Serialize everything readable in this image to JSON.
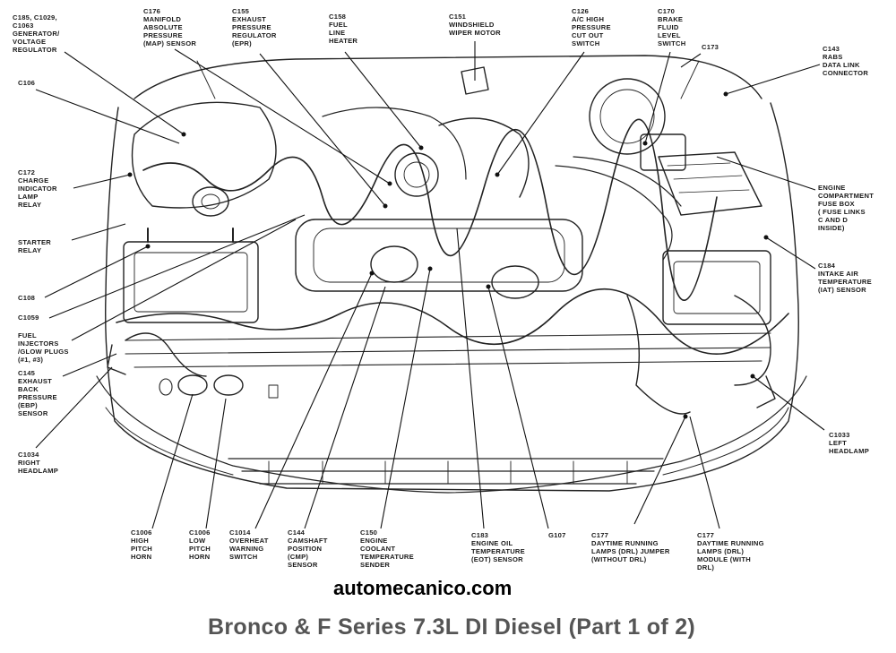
{
  "labels": {
    "c185": "C185, C1029,\nC1063\nGENERATOR/\nVOLTAGE\nREGULATOR",
    "c176": "C176\nMANIFOLD\nABSOLUTE\nPRESSURE\n(MAP) SENSOR",
    "c155": "C155\nEXHAUST\nPRESSURE\nREGULATOR\n(EPR)",
    "c158": "C158\nFUEL\nLINE\nHEATER",
    "c151": "C151\nWINDSHIELD\nWIPER MOTOR",
    "c126": "C126\nA/C HIGH\nPRESSURE\nCUT OUT\nSWITCH",
    "c170": "C170\nBRAKE\nFLUID\nLEVEL\nSWITCH",
    "c173": "C173",
    "c143": "C143\nRABS\nDATA LINK\nCONNECTOR",
    "c106": "C106",
    "c172": "C172\nCHARGE\nINDICATOR\nLAMP\nRELAY",
    "starter": "STARTER\nRELAY",
    "c108": "C108",
    "c1059": "C1059",
    "fuel_inj": "FUEL\nINJECTORS\n/GLOW PLUGS\n(#1, #3)",
    "c145": "C145\nEXHAUST\nBACK\nPRESSURE\n(EBP)\nSENSOR",
    "c1034": "C1034\nRIGHT\nHEADLAMP",
    "engine_fuse": "ENGINE\nCOMPARTMENT\nFUSE BOX\n( FUSE LINKS\nC AND D\nINSIDE)",
    "c184": "C184\nINTAKE AIR\nTEMPERATURE\n(IAT) SENSOR",
    "c1033": "C1033\nLEFT\nHEADLAMP",
    "c1006a": "C1006\nHIGH\nPITCH\nHORN",
    "c1006b": "C1006\nLOW\nPITCH\nHORN",
    "c1014": "C1014\nOVERHEAT\nWARNING\nSWITCH",
    "c144": "C144\nCAMSHAFT\nPOSITION\n(CMP)\nSENSOR",
    "c150": "C150\nENGINE\nCOOLANT\nTEMPERATURE\nSENDER",
    "c183": "C183\nENGINE OIL\nTEMPERATURE\n(EOT) SENSOR",
    "g107": "G107",
    "c177a": "C177\nDAYTIME RUNNING\nLAMPS (DRL) JUMPER\n(WITHOUT DRL)",
    "c177b": "C177\nDAYTIME RUNNING\nLAMPS (DRL)\nMODULE (WITH\nDRL)"
  },
  "watermark": "automecanico.com",
  "title": "Bronco & F Series 7.3L DI Diesel (Part 1 of 2)"
}
